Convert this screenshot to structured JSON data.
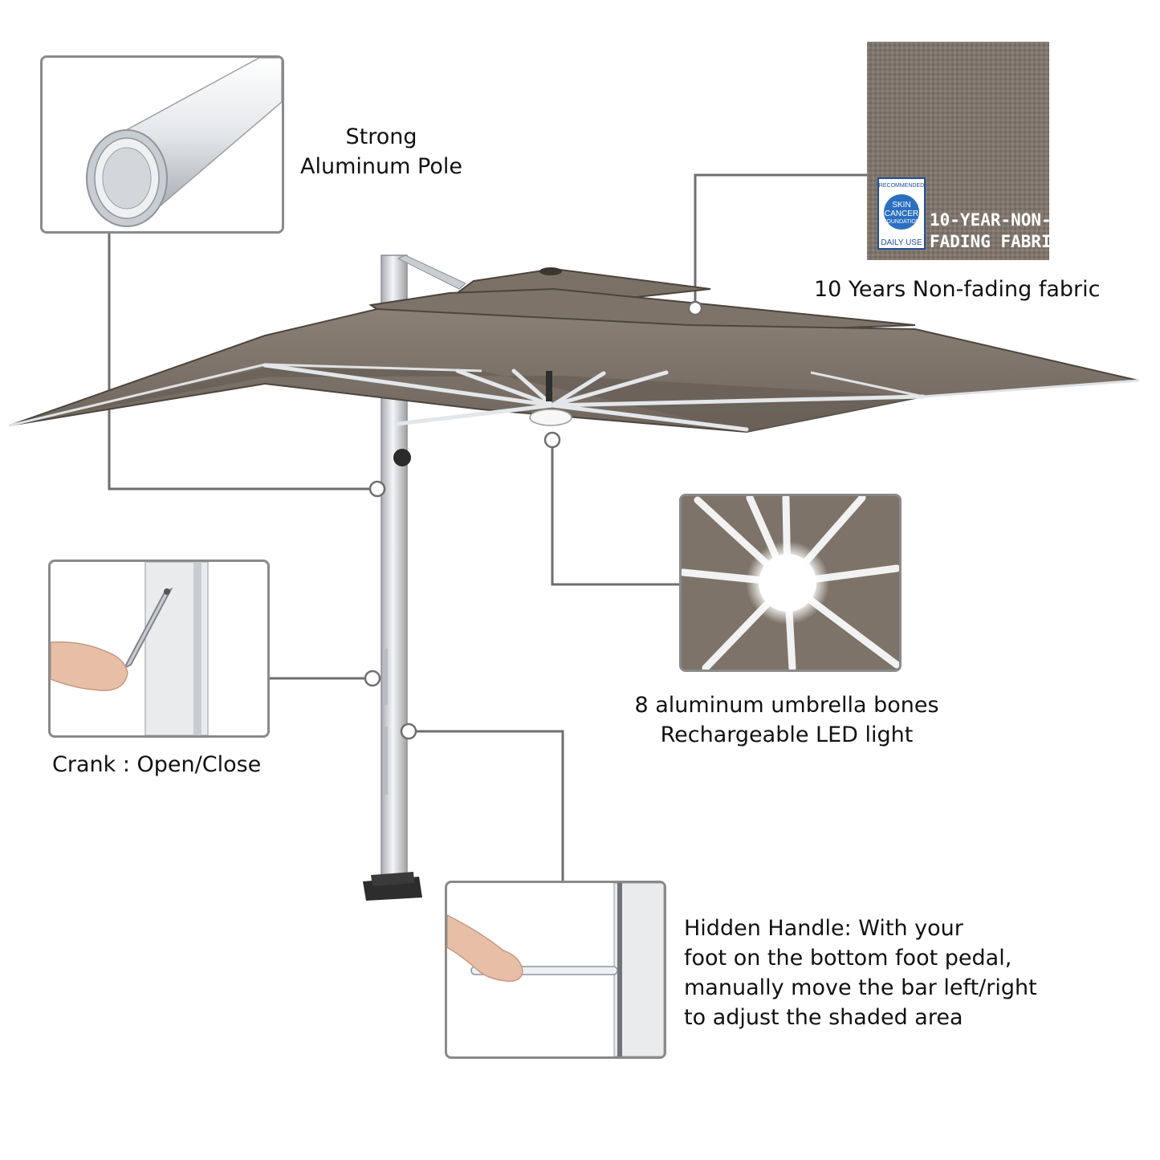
{
  "features": {
    "pole": {
      "title_line1": "Strong",
      "title_line2": "Aluminum Pole"
    },
    "fabric": {
      "caption": "10 Years Non-fading fabric",
      "badge_line1": "10-YEAR-NON-",
      "badge_line2": "FADING FABRIC",
      "seal_top": "RECOMMENDED",
      "seal_name_1": "SKIN",
      "seal_name_2": "CANCER",
      "seal_name_3": "FOUNDATION",
      "seal_bottom": "DAILY USE"
    },
    "bones": {
      "line1": "8 aluminum umbrella bones",
      "line2": "Rechargeable LED light"
    },
    "crank": {
      "caption": "Crank : Open/Close"
    },
    "handle": {
      "line1": "Hidden Handle: With your",
      "line2": "foot on the bottom foot pedal,",
      "line3": "manually move the bar left/right",
      "line4": "to adjust the shaded area"
    }
  },
  "colors": {
    "canopy": "#7d7268",
    "canopy_dark": "#5f564e",
    "aluminum": "#d6d9dc",
    "leader_line": "#6e6e6e",
    "inset_border": "#8a8a8a"
  }
}
